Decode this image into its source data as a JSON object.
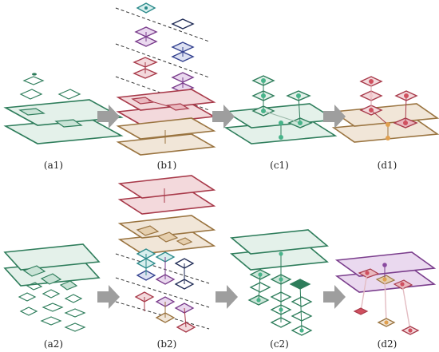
{
  "panels": [
    {
      "id": "a1",
      "label": "(a1)"
    },
    {
      "id": "b1",
      "label": "(b1)"
    },
    {
      "id": "c1",
      "label": "(c1)"
    },
    {
      "id": "d1",
      "label": "(d1)"
    },
    {
      "id": "a2",
      "label": "(a2)"
    },
    {
      "id": "b2",
      "label": "(b2)"
    },
    {
      "id": "c2",
      "label": "(c2)"
    },
    {
      "id": "d2",
      "label": "(d2)"
    }
  ],
  "colors": {
    "green_stroke": "#2e7d5b",
    "green_fill": "#e4f1ea",
    "red_stroke": "#a83a4a",
    "red_fill": "#f3d9dc",
    "brown_stroke": "#9a7440",
    "brown_fill": "#f1e6d8",
    "purple_stroke": "#7a3d8c",
    "purple_fill": "#ead9ef",
    "blue_stroke": "#33418f",
    "blue_fill": "#dde1f2",
    "teal_stroke": "#2a8a8a",
    "teal_fill": "#d8efee",
    "navy_stroke": "#1e2a55",
    "arrow_fill": "#9e9e9e",
    "dash": "#333333"
  }
}
